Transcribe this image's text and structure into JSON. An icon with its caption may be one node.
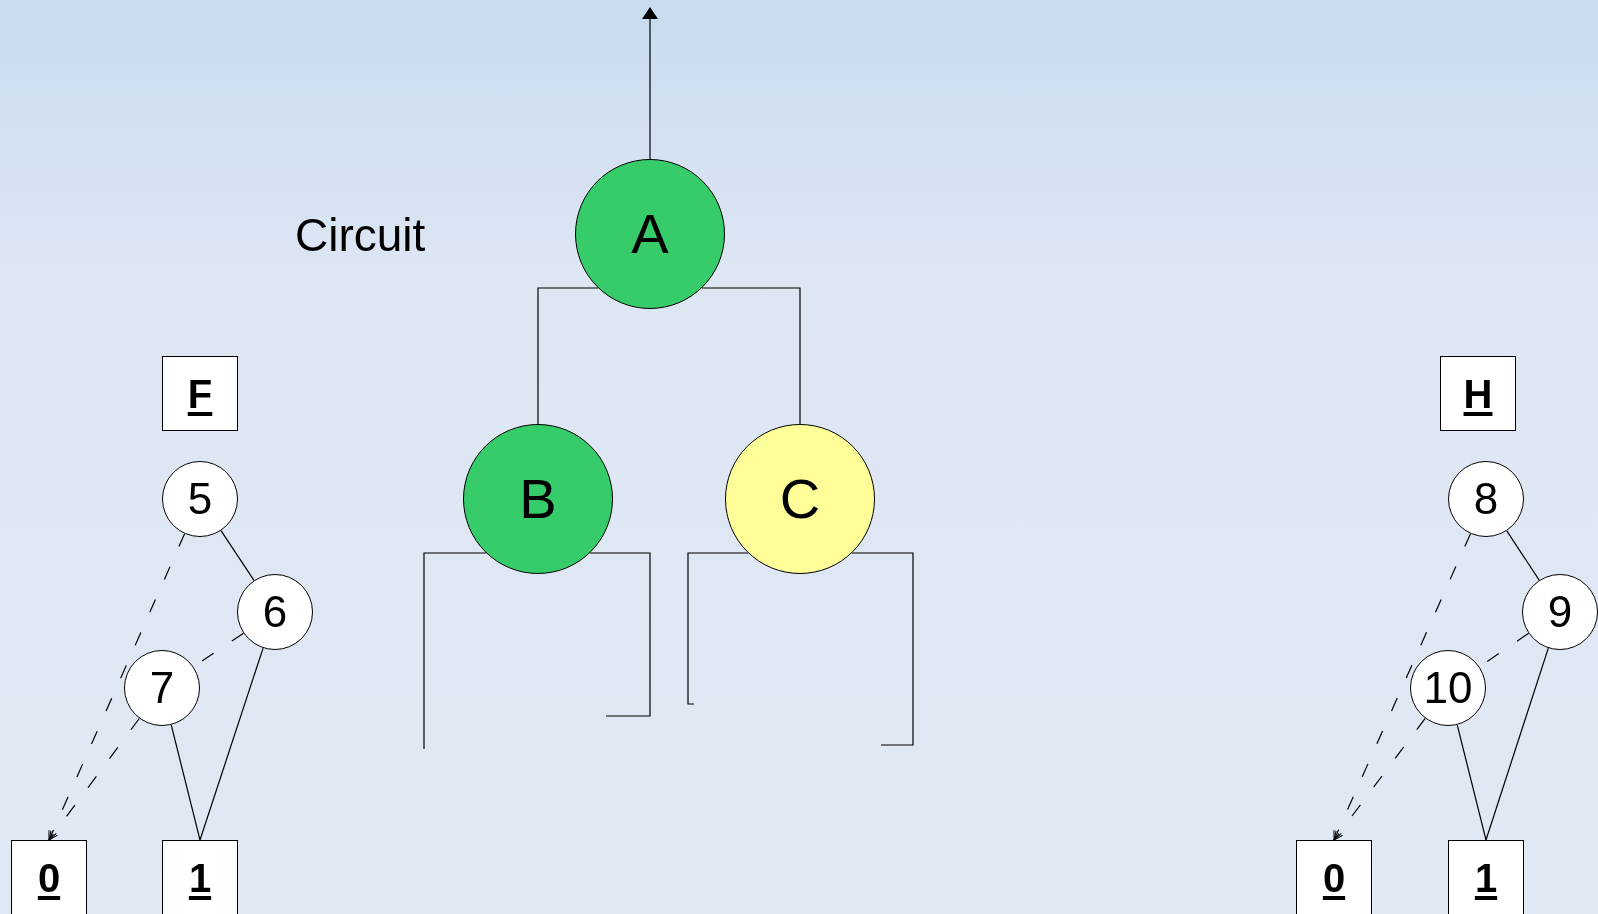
{
  "diagram": {
    "nodes": [
      {
        "text": [
          "A"
        ]
      },
      {
        "text": [
          "F"
        ]
      },
      {
        "text": [
          "H"
        ]
      },
      {
        "text": [
          "B"
        ]
      },
      {
        "text": [
          "C"
        ]
      },
      {
        "text": [
          "5"
        ]
      },
      {
        "text": [
          "8"
        ]
      },
      {
        "text": [
          "6"
        ]
      },
      {
        "text": [
          "9"
        ]
      },
      {
        "text": [
          "7"
        ]
      },
      {
        "text": [
          "10"
        ]
      },
      {
        "text": [
          "0"
        ]
      },
      {
        "text": [
          "1"
        ]
      },
      {
        "text": [
          "0"
        ]
      },
      {
        "text": [
          "1"
        ]
      }
    ],
    "edges": [
      {
        "from": 0,
        "to": null,
        "arrow": "to"
      },
      {
        "from": 0,
        "to": 3,
        "arrow": "none"
      },
      {
        "from": 0,
        "to": 4,
        "arrow": "none"
      },
      {
        "from": 3,
        "to": null,
        "arrow": "none"
      },
      {
        "from": 3,
        "to": null,
        "arrow": "none"
      },
      {
        "from": 4,
        "to": null,
        "arrow": "none"
      },
      {
        "from": 4,
        "to": null,
        "arrow": "none"
      },
      {
        "from": 5,
        "to": 7,
        "arrow": "none"
      },
      {
        "from": 5,
        "to": 11,
        "arrow": "to",
        "style": "dashed"
      },
      {
        "from": 7,
        "to": 9,
        "arrow": "none",
        "style": "dashed"
      },
      {
        "from": 9,
        "to": 11,
        "arrow": "to",
        "style": "dashed"
      },
      {
        "from": 9,
        "to": 12,
        "arrow": "none"
      },
      {
        "from": 7,
        "to": 12,
        "arrow": "none"
      },
      {
        "from": 6,
        "to": 8,
        "arrow": "none"
      },
      {
        "from": 6,
        "to": 13,
        "arrow": "to",
        "style": "dashed"
      },
      {
        "from": 8,
        "to": 10,
        "arrow": "none",
        "style": "dashed"
      },
      {
        "from": 10,
        "to": 13,
        "arrow": "to",
        "style": "dashed"
      },
      {
        "from": 10,
        "to": 14,
        "arrow": "none"
      },
      {
        "from": 8,
        "to": 14,
        "arrow": "none"
      }
    ],
    "labels": [
      "Circuit"
    ]
  }
}
